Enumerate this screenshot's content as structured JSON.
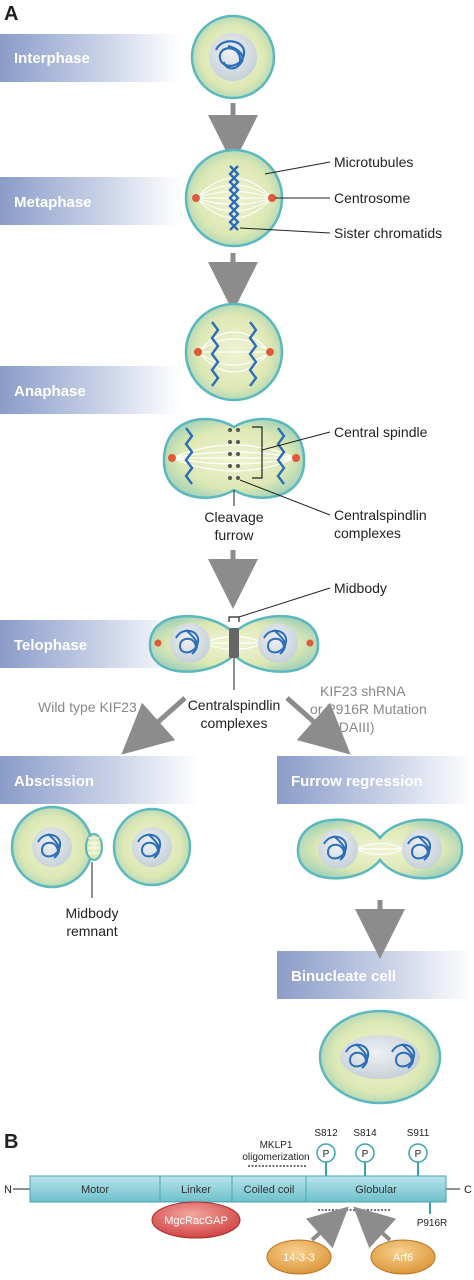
{
  "panels": {
    "a": "A",
    "b": "B"
  },
  "phases": {
    "interphase": "Interphase",
    "metaphase": "Metaphase",
    "anaphase": "Anaphase",
    "telophase": "Telophase",
    "abscission": "Abscission",
    "furrow_regression": "Furrow regression",
    "binucleate": "Binucleate cell"
  },
  "callouts": {
    "microtubules": "Microtubules",
    "centrosome": "Centrosome",
    "sister_chromatids": "Sister chromatids",
    "central_spindle": "Central spindle",
    "centralspindlin_complexes": [
      "Centralspindlin",
      "complexes"
    ],
    "cleavage_furrow": [
      "Cleavage",
      "furrow"
    ],
    "midbody": "Midbody",
    "centralspindlin_center": [
      "Centralspindlin",
      "complexes"
    ],
    "wild_type": "Wild type KIF23",
    "mutant": [
      "KIF23 shRNA",
      "or P916R Mutation",
      "(CDAIII)"
    ],
    "midbody_remnant": [
      "Midbody",
      "remnant"
    ]
  },
  "protein": {
    "n_term": "N",
    "c_term": "C",
    "domains": [
      "Motor",
      "Linker",
      "Coiled coil",
      "Globular"
    ],
    "mklp1": [
      "MKLP1",
      "oligomerization"
    ],
    "sites": [
      "S812",
      "S814",
      "S911"
    ],
    "phospho": "P",
    "mutation": "P916R",
    "partners": {
      "mgcracgap": "MgcRacGAP",
      "p14_3_3": "14-3-3",
      "arf6": "Arf6"
    }
  },
  "colors": {
    "banner": "#8a9cc8",
    "cell_fill": "#dde8b4",
    "cell_rim": "#5bb8bf",
    "nucleus": "#dce3e7",
    "chromatin": "#2c6fb8",
    "arrow": "#8c8c8c",
    "protein_bar": "#8fd0da",
    "mgcracgap": "#d64a4a",
    "partner_orange": "#e4a24a"
  }
}
